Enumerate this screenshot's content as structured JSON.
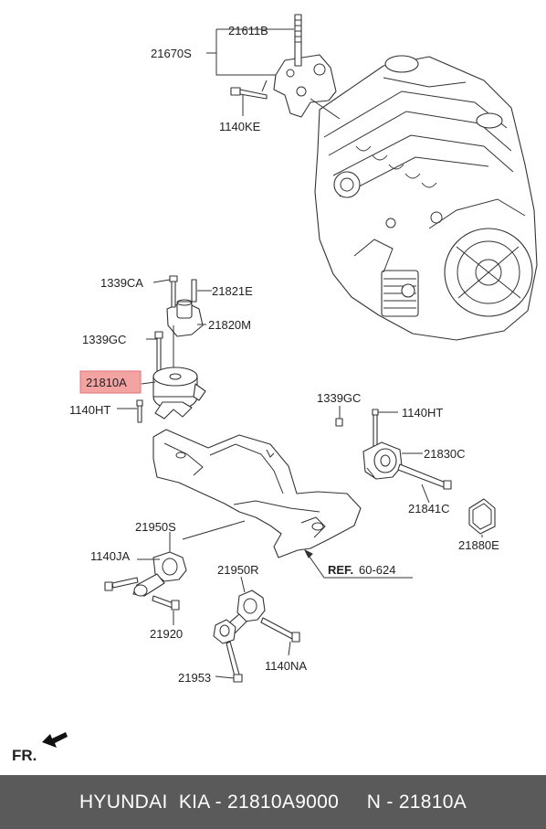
{
  "labels": {
    "p21611b": "21611B",
    "p21670s": "21670S",
    "p1140ke": "1140KE",
    "p1339ca": "1339CA",
    "p21821e": "21821E",
    "p21820m": "21820M",
    "p1339gc_left": "1339GC",
    "p21810a": "21810A",
    "p1140ht_left": "1140HT",
    "p1339gc_right": "1339GC",
    "p1140ht_right": "1140HT",
    "p21830c": "21830C",
    "p21841c": "21841C",
    "p21880e": "21880E",
    "p21950s": "21950S",
    "p1140ja": "1140JA",
    "p21920": "21920",
    "p21950r": "21950R",
    "p21953": "21953",
    "p1140na": "1140NA",
    "ref_prefix": "REF.",
    "ref_number": "60-624",
    "front": "FR."
  },
  "colors": {
    "highlight_fill": "#f4a3a3",
    "highlight_stroke": "#e07070",
    "footer_bg": "#5a5a5a"
  },
  "icons": {
    "front_arrow": "arrow-icon"
  },
  "footer": {
    "text": "HYUNDAI  KIA - 21810A9000     N - 21810A"
  }
}
